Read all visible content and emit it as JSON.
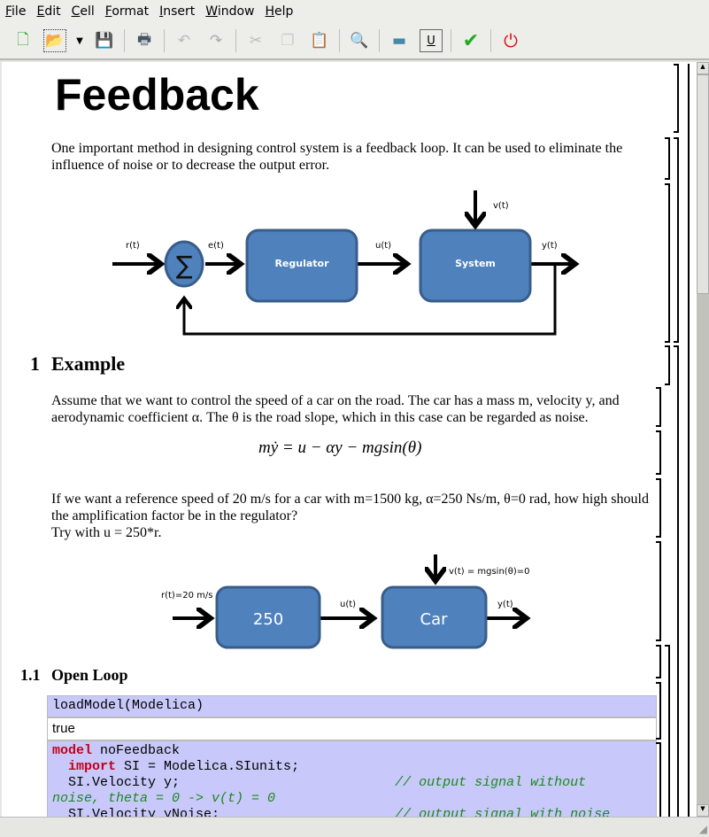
{
  "menu": [
    "File",
    "Edit",
    "Cell",
    "Format",
    "Insert",
    "Window",
    "Help"
  ],
  "toolbar": [
    "new-file",
    "open-file",
    "open-dropdown",
    "save",
    "print",
    "undo",
    "redo",
    "cut",
    "copy",
    "paste",
    "search",
    "image",
    "underline",
    "evaluate-check",
    "quit"
  ],
  "doc": {
    "title": "Feedback",
    "intro": "One important method in designing control system is a feedback loop. It can be used to eliminate the influence of noise or to decrease the output error.",
    "diagram1": {
      "r": "r(t)",
      "e": "e(t)",
      "sum": "∑",
      "regulator": "Regulator",
      "u": "u(t)",
      "system": "System",
      "v": "v(t)",
      "y": "y(t)"
    },
    "section1_num": "1",
    "section1": "Example",
    "ex_p1": "Assume that we want to control the speed of a car on the road. The car has a mass m, velocity y, and aerodynamic coefficient α. The θ is the road slope, which in this case can be regarded as noise.",
    "equation": "mẏ = u − αy − mgsin(θ)",
    "ex_p2": "If we want a reference speed of 20 m/s for a car with m=1500 kg, α=250 Ns/m, θ=0 rad, how high should the amplification factor be in the regulator?",
    "ex_p3": "Try with u = 250*r.",
    "diagram2": {
      "r": "r(t)=20 m/s",
      "gain": "250",
      "u": "u(t)",
      "car": "Car",
      "v": "v(t) = mgsin(θ)=0",
      "y": "y(t)"
    },
    "section11_num": "1.1",
    "section11": "Open Loop",
    "cell1_input": "loadModel(Modelica)",
    "cell1_output": "true",
    "code": {
      "l1_kw": "model",
      "l1": " noFeedback",
      "l2_kw": "import",
      "l2": " SI = Modelica.SIunits;",
      "l3": "  SI.Velocity y;                           ",
      "l3_cm": "// output signal without",
      "l4_cm": "noise, theta = 0 -> v(t) = 0",
      "l5": "  SI.Velocity yNoise;                      ",
      "l5_cm": "// output signal with noise"
    }
  }
}
